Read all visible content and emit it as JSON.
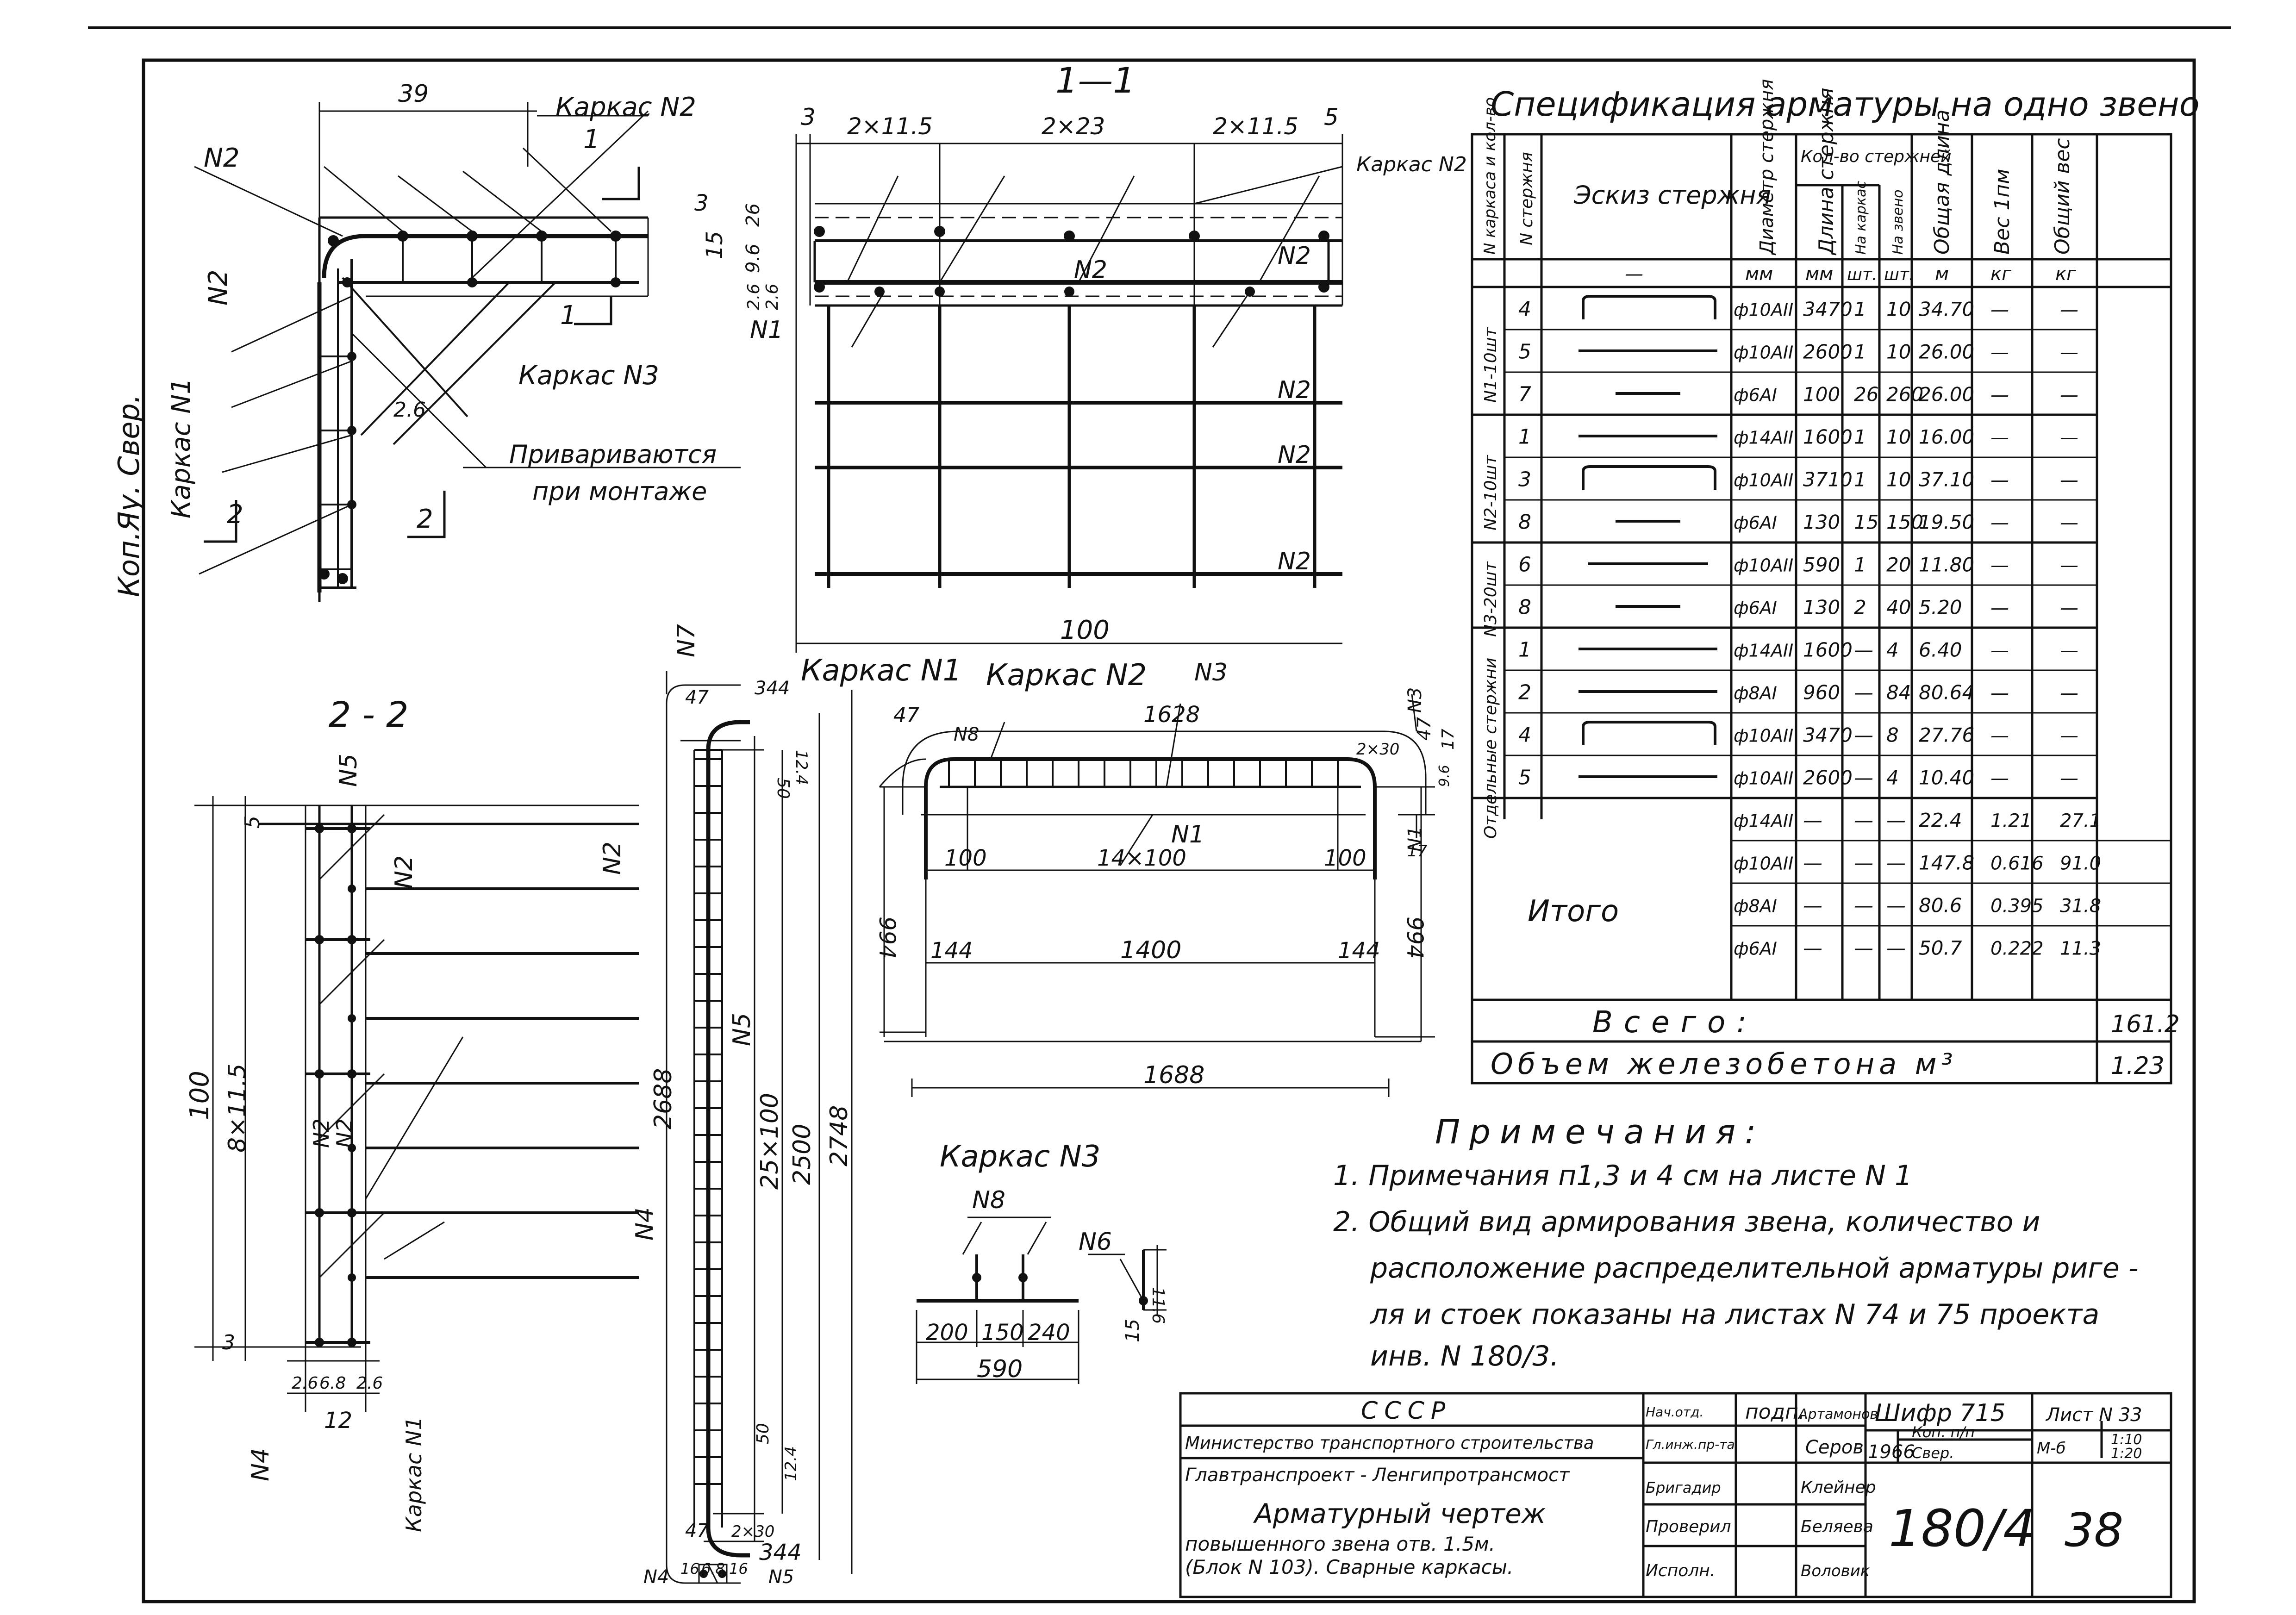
{
  "side_note": "Коп.Яу. Свер.",
  "section_1_1": {
    "title": "1—1",
    "dims": [
      "3",
      "2×11.5",
      "2×23",
      "2×11.5",
      "5",
      "100"
    ],
    "left_dims": [
      "3",
      "26",
      "15",
      "9.6",
      "2.6",
      "2.6"
    ],
    "labels": [
      "N1",
      "N2",
      "N2",
      "N2",
      "N2",
      "N2",
      "Каркас N2"
    ]
  },
  "corner_view": {
    "labels": [
      "N2",
      "N2",
      "Каркас N2",
      "Каркас N3",
      "Каркас N1",
      "39",
      "2.6",
      "1",
      "1",
      "2",
      "2"
    ],
    "welding_note_1": "Привариваются",
    "welding_note_2": "при монтаже"
  },
  "section_2_2": {
    "title": "2 - 2",
    "labels": [
      "N5",
      "N2",
      "N2",
      "N2",
      "N2",
      "N4",
      "Каркас N1"
    ],
    "dims": [
      "5",
      "100",
      "8×11.5",
      "3",
      "2.6",
      "6.8",
      "2.6",
      "12"
    ]
  },
  "frame_1": {
    "title": "Каркас N1",
    "labels": [
      "N7",
      "N5",
      "N4",
      "N4",
      "N5"
    ],
    "dims": [
      "47",
      "344",
      "50",
      "12.4",
      "2688",
      "25×100",
      "2500",
      "2748",
      "50",
      "12.4",
      "2×30",
      "47",
      "344",
      "16",
      "6.8",
      "16"
    ]
  },
  "frame_2": {
    "title": "Каркас N2",
    "labels": [
      "N3",
      "N8",
      "N1",
      "N3",
      "N1"
    ],
    "dims": [
      "47",
      "1628",
      "2×30",
      "47",
      "17",
      "9.6",
      "17",
      "100",
      "14×100",
      "100",
      "994",
      "144",
      "1400",
      "144",
      "994",
      "1688"
    ]
  },
  "frame_3": {
    "title": "Каркас N3",
    "labels": [
      "N8",
      "N6"
    ],
    "dims": [
      "200",
      "150",
      "240",
      "590",
      "15",
      "11.6"
    ]
  },
  "spec_table": {
    "title": "Спецификация арматуры на одно звено",
    "headers": {
      "frame": "N каркаса и кол-во",
      "bar_no": "N стержня",
      "sketch": "Эскиз стержня",
      "diameter": "Диаметр стержня",
      "length": "Длина стержня",
      "count": "Кол-во стержней",
      "per_frame": "На каркас",
      "per_link": "На звено",
      "total_length": "Общая длина",
      "unit_weight": "Вес 1пм",
      "total_weight": "Общий вес"
    },
    "units": [
      "—",
      "мм",
      "мм",
      "шт.",
      "шт.",
      "м",
      "кг",
      "кг"
    ],
    "groups": [
      {
        "name": "N1-10шт",
        "rows": [
          {
            "no": "4",
            "diam": "ф10АII",
            "len": "3470",
            "pf": "1",
            "pl": "10",
            "tl": "34.70",
            "w": "—",
            "tw": "—"
          },
          {
            "no": "5",
            "diam": "ф10АII",
            "len": "2600",
            "pf": "1",
            "pl": "10",
            "tl": "26.00",
            "w": "—",
            "tw": "—"
          },
          {
            "no": "7",
            "diam": "ф6АI",
            "len": "100",
            "pf": "26",
            "pl": "260",
            "tl": "26.00",
            "w": "—",
            "tw": "—"
          }
        ]
      },
      {
        "name": "N2-10шт",
        "rows": [
          {
            "no": "1",
            "diam": "ф14АII",
            "len": "1600",
            "pf": "1",
            "pl": "10",
            "tl": "16.00",
            "w": "—",
            "tw": "—"
          },
          {
            "no": "3",
            "diam": "ф10АII",
            "len": "3710",
            "pf": "1",
            "pl": "10",
            "tl": "37.10",
            "w": "—",
            "tw": "—"
          },
          {
            "no": "8",
            "diam": "ф6АI",
            "len": "130",
            "pf": "15",
            "pl": "150",
            "tl": "19.50",
            "w": "—",
            "tw": "—"
          }
        ]
      },
      {
        "name": "N3-20шт",
        "rows": [
          {
            "no": "6",
            "diam": "ф10АII",
            "len": "590",
            "pf": "1",
            "pl": "20",
            "tl": "11.80",
            "w": "—",
            "tw": "—"
          },
          {
            "no": "8",
            "diam": "ф6АI",
            "len": "130",
            "pf": "2",
            "pl": "40",
            "tl": "5.20",
            "w": "—",
            "tw": "—"
          }
        ]
      },
      {
        "name": "Отдельные стержни",
        "rows": [
          {
            "no": "1",
            "diam": "ф14АII",
            "len": "1600",
            "pf": "—",
            "pl": "4",
            "tl": "6.40",
            "w": "—",
            "tw": "—"
          },
          {
            "no": "2",
            "diam": "ф8АI",
            "len": "960",
            "pf": "—",
            "pl": "84",
            "tl": "80.64",
            "w": "—",
            "tw": "—"
          },
          {
            "no": "4",
            "diam": "ф10АII",
            "len": "3470",
            "pf": "—",
            "pl": "8",
            "tl": "27.76",
            "w": "—",
            "tw": "—"
          },
          {
            "no": "5",
            "diam": "ф10АII",
            "len": "2600",
            "pf": "—",
            "pl": "4",
            "tl": "10.40",
            "w": "—",
            "tw": "—"
          }
        ]
      }
    ],
    "totals_label": "Итого",
    "totals": [
      {
        "diam": "ф14АII",
        "len": "—",
        "pf": "—",
        "pl": "—",
        "tl": "22.4",
        "w": "1.21",
        "tw": "27.1"
      },
      {
        "diam": "ф10АII",
        "len": "—",
        "pf": "—",
        "pl": "—",
        "tl": "147.8",
        "w": "0.616",
        "tw": "91.0"
      },
      {
        "diam": "ф8АI",
        "len": "—",
        "pf": "—",
        "pl": "—",
        "tl": "80.6",
        "w": "0.395",
        "tw": "31.8"
      },
      {
        "diam": "ф6АI",
        "len": "—",
        "pf": "—",
        "pl": "—",
        "tl": "50.7",
        "w": "0.222",
        "tw": "11.3"
      }
    ],
    "grand_total_label": "Всего:",
    "grand_total": "161.2",
    "volume_label": "Объем железобетона м³",
    "volume": "1.23"
  },
  "notes": {
    "title": "Примечания:",
    "n1": "1. Примечания п1,3 и 4 см на листе N 1",
    "n2a": "2. Общий вид армирования звена, количество и",
    "n2b": "расположение распределительной арматуры риге -",
    "n2c": "ля и стоек показаны на листах N 74 и 75 проекта",
    "n2d": "инв. N 180/3."
  },
  "title_block": {
    "org1": "СССР",
    "org2": "Министерство транспортного строительства",
    "org3": "Главтранспроект - Ленгипротрансмост",
    "drawing1": "Арматурный чертеж",
    "drawing2": "повышенного звена отв. 1.5м.",
    "drawing3": "(Блок N 103). Сварные каркасы.",
    "roles": [
      "Нач.отд.",
      "Гл.инж.пр-та",
      "Бригадир",
      "Проверил",
      "Исполн."
    ],
    "sign": "подп.",
    "names": [
      "Артамонов",
      "Серов",
      "Клейнер",
      "Беляева",
      "Воловик"
    ],
    "code": "Шифр 715",
    "sheet": "Лист N 33",
    "year": "1966",
    "kop": "Коп. п/п",
    "sver": "Свер.",
    "m": "М-б",
    "scale1": "1:10",
    "scale2": "1:20",
    "number": "180/4",
    "page": "38"
  }
}
